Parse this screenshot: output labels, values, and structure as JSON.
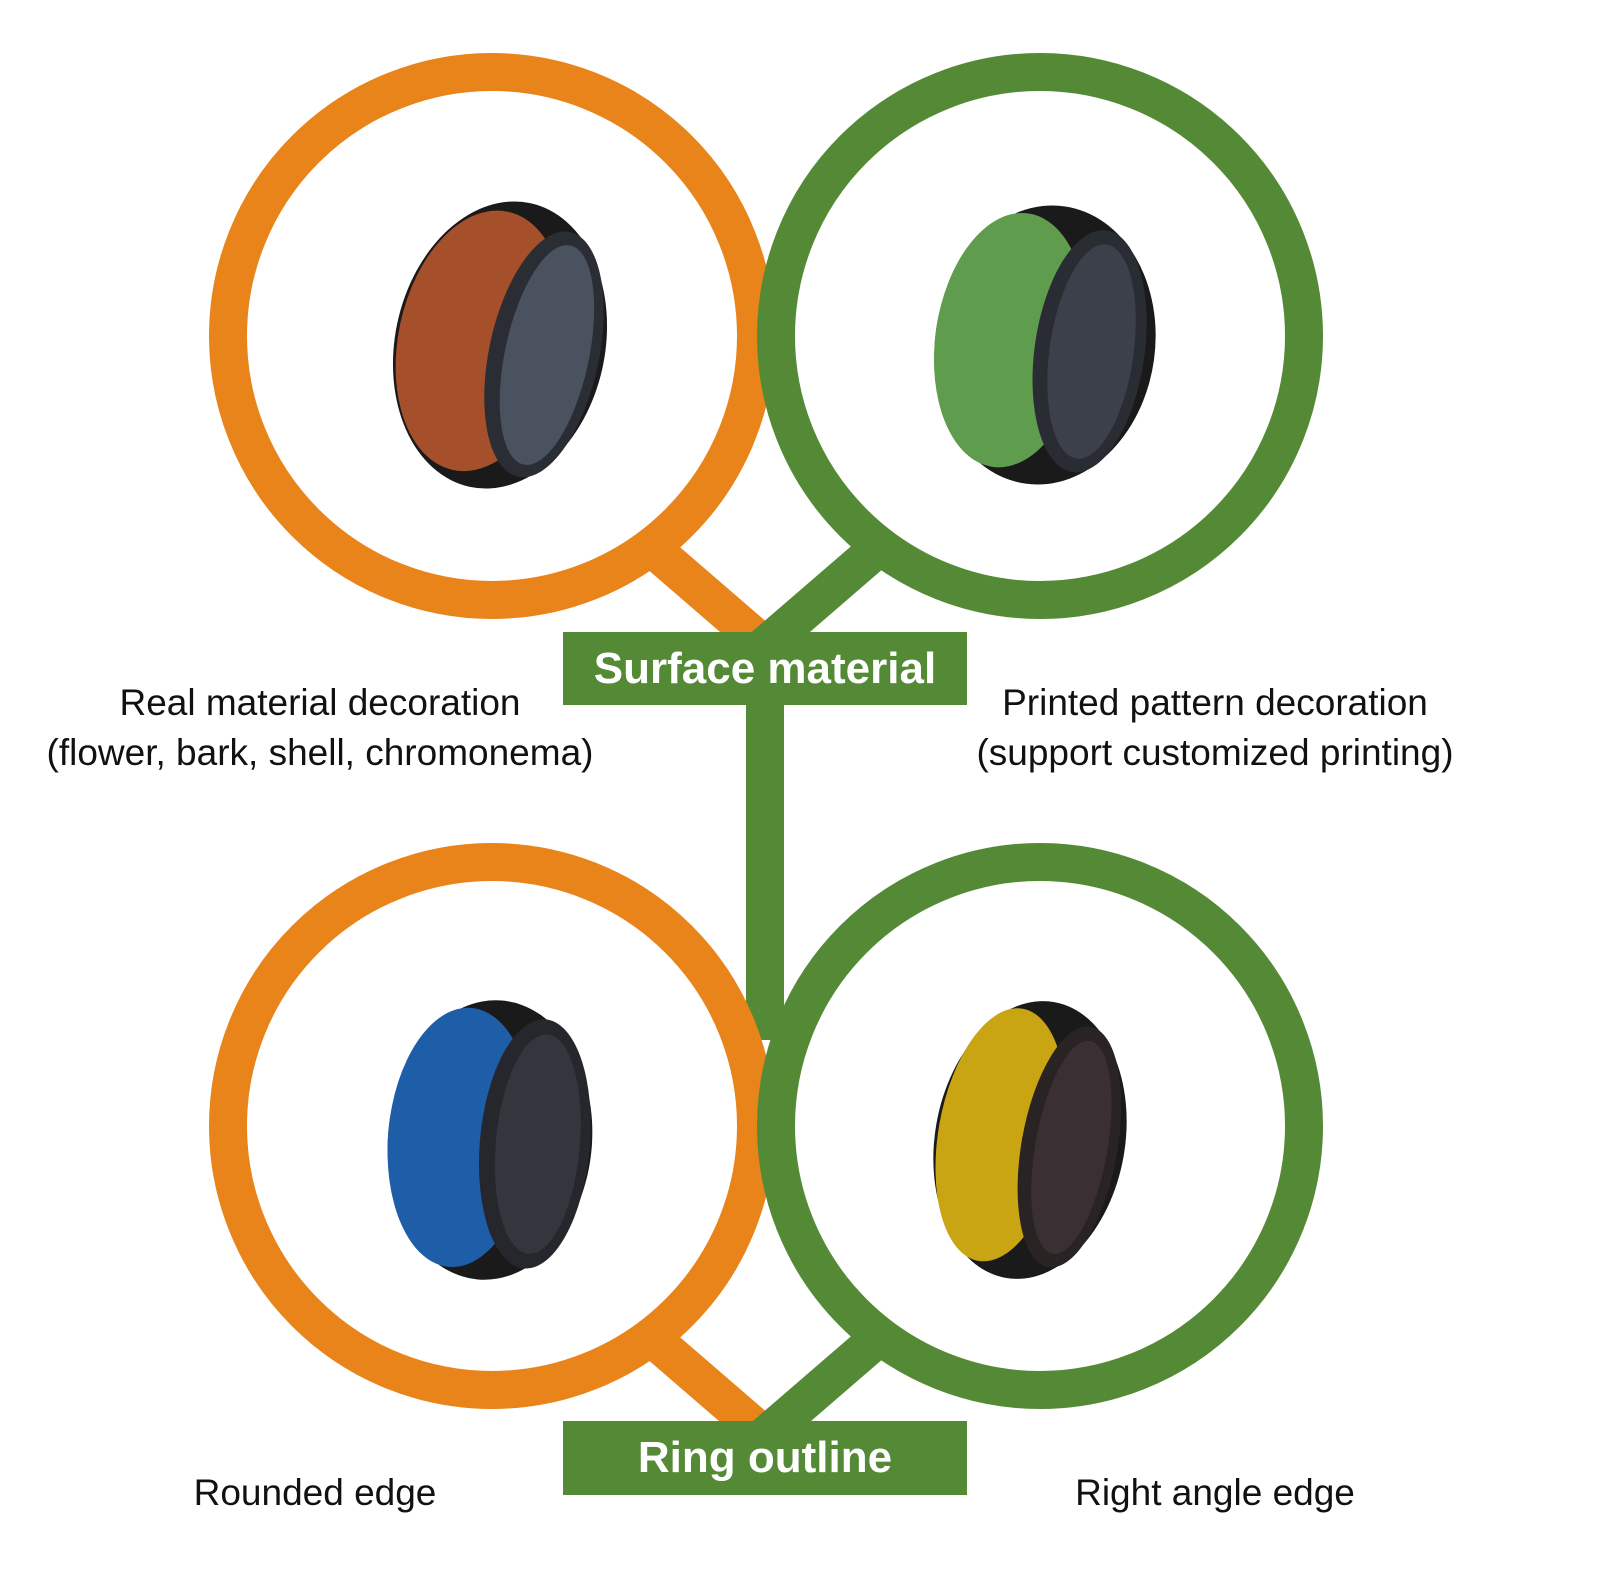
{
  "colors": {
    "orange": "#e8841a",
    "green": "#548a35"
  },
  "surface_material": {
    "title": "Surface material",
    "left": {
      "line1": "Real material decoration",
      "line2": "(flower, bark, shell, chromonema)",
      "ring": "wood-inlay-ring"
    },
    "right": {
      "line1": "Printed pattern decoration",
      "line2": "(support customized printing)",
      "ring": "green-printed-ring"
    }
  },
  "ring_outline": {
    "title": "Ring outline",
    "left": {
      "line1": "Rounded edge",
      "ring": "blue-rounded-ring"
    },
    "right": {
      "line1": "Right angle edge",
      "ring": "gold-right-angle-ring"
    }
  }
}
